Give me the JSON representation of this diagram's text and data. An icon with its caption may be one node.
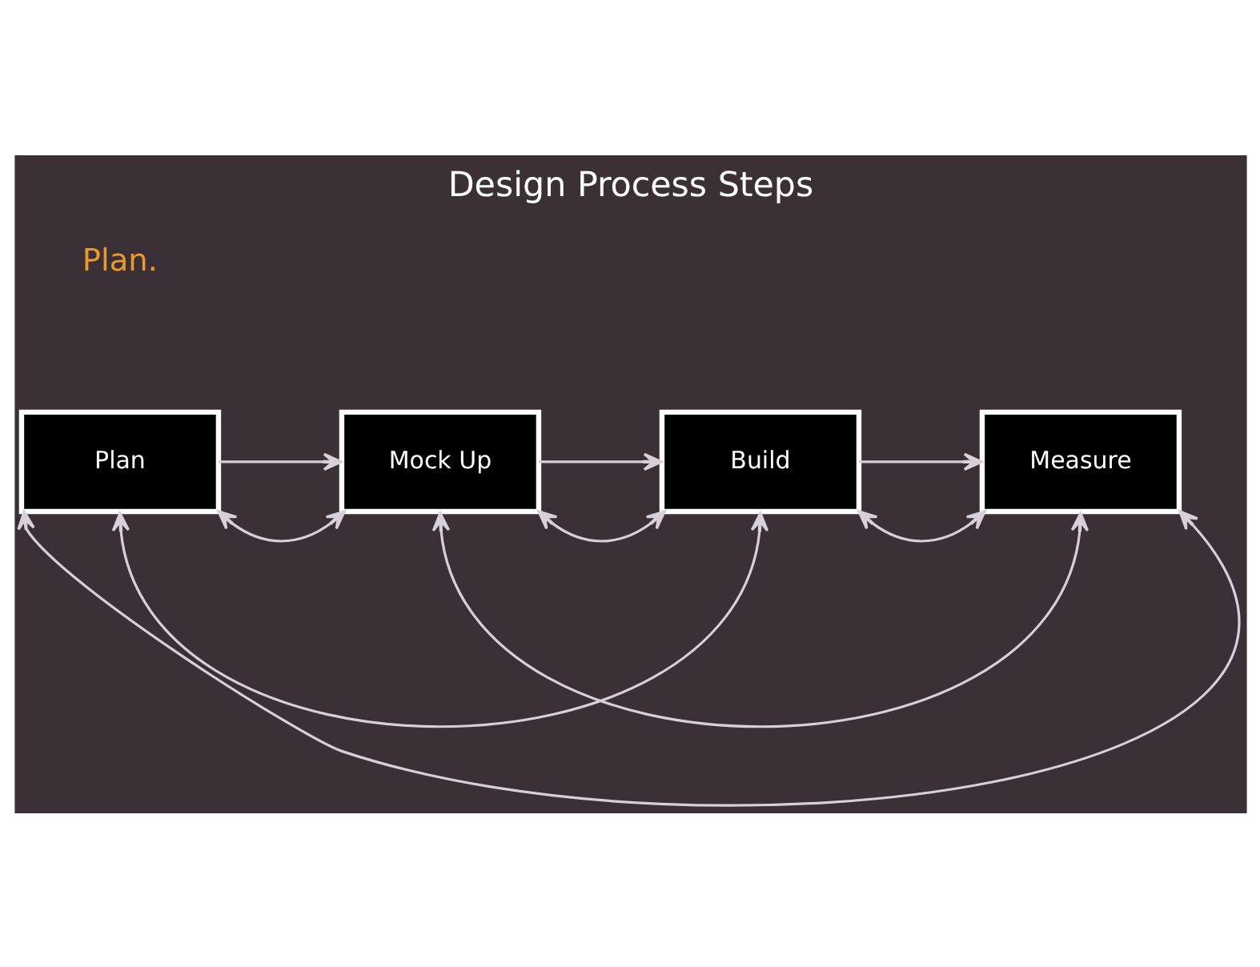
{
  "diagram": {
    "title": "Design Process Steps",
    "nodes": [
      {
        "text": [
          "Plan"
        ]
      },
      {
        "text": [
          "Mock Up"
        ]
      },
      {
        "text": [
          "Build"
        ]
      },
      {
        "text": [
          "Measure"
        ]
      }
    ],
    "edges": [
      {
        "from": 0,
        "to": 1,
        "arrow": "to"
      },
      {
        "from": 1,
        "to": 2,
        "arrow": "to"
      },
      {
        "from": 2,
        "to": 3,
        "arrow": "to"
      },
      {
        "from": 0,
        "to": 1,
        "arrow": "both"
      },
      {
        "from": 1,
        "to": 2,
        "arrow": "both"
      },
      {
        "from": 2,
        "to": 3,
        "arrow": "both"
      },
      {
        "from": 0,
        "to": 2,
        "arrow": "both"
      },
      {
        "from": 1,
        "to": 3,
        "arrow": "both"
      },
      {
        "from": 0,
        "to": 3,
        "arrow": "both"
      }
    ],
    "labels": [
      "Plan."
    ]
  }
}
